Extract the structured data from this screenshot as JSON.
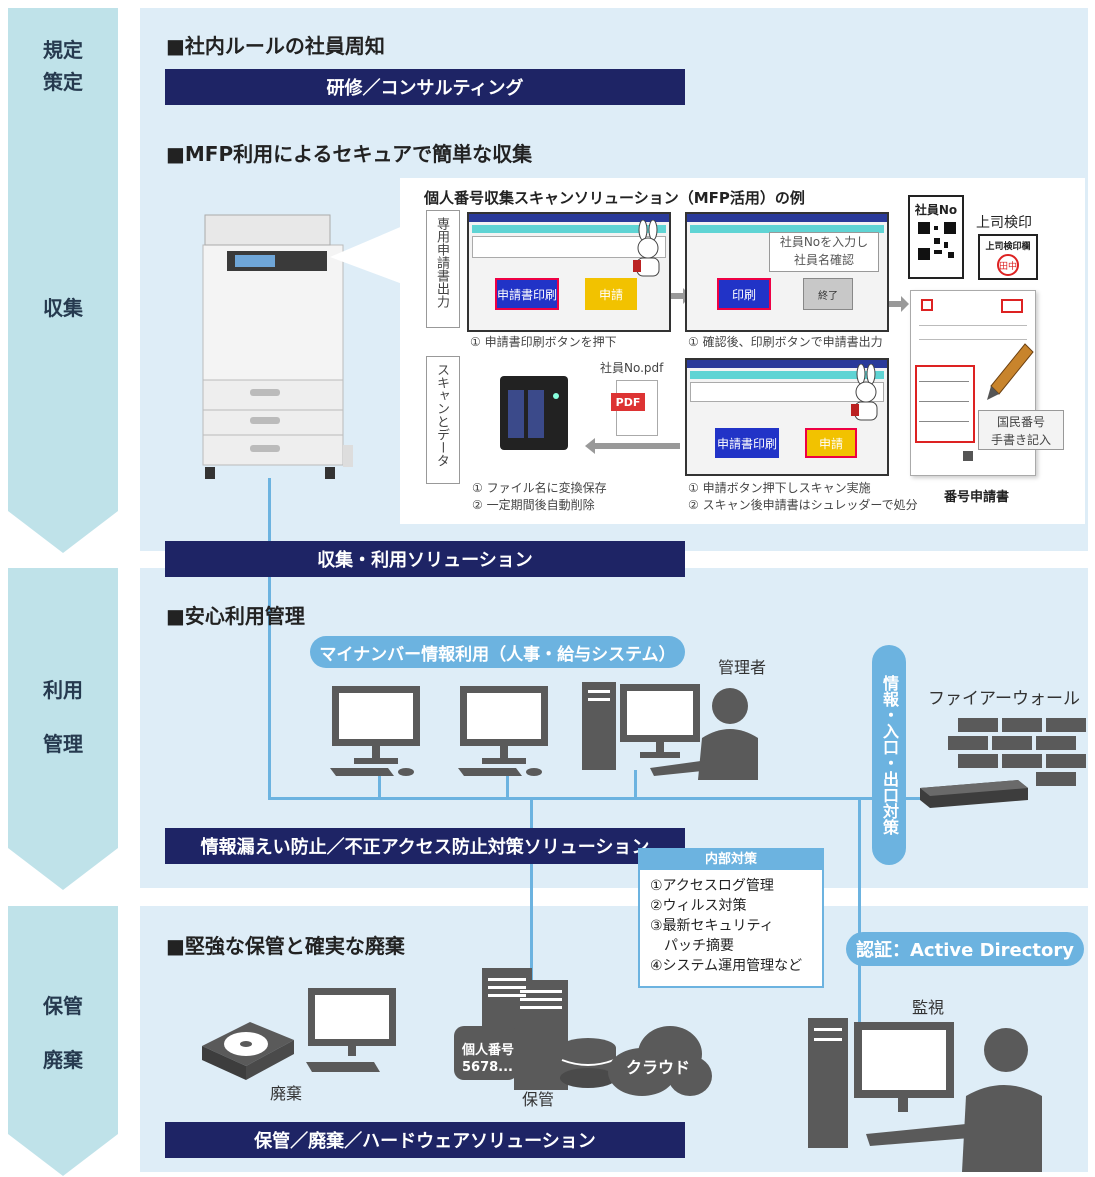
{
  "phases": {
    "kitei": "規定\n策定",
    "shushu": "収集",
    "riyo": [
      "利用",
      "管理"
    ],
    "hokan": [
      "保管",
      "廃棄"
    ]
  },
  "section1": {
    "heading": "■社内ルールの社員周知",
    "bar": "研修／コンサルティング"
  },
  "section2": {
    "heading": "■MFP利用によるセキュアで簡単な収集",
    "example_title": "個人番号収集スキャンソリューション（MFP活用）の例",
    "vertical_label_top": "専用申請書出力",
    "vertical_label_bottom": "スキャンとデータ",
    "screen_btn_print": "申請書印刷",
    "screen_btn_apply": "申請",
    "screen_btn_print2": "印刷",
    "screen_btn_end": "終了",
    "screen_overlay": "社員Noを入力し\n社員名確認",
    "caption1": "① 申請書印刷ボタンを押下",
    "caption2": "① 確認後、印刷ボタンで申請書出力",
    "caption3a": "① ファイル名に変換保存",
    "caption3b": "② 一定期間後自動削除",
    "caption4a": "① 申請ボタン押下しスキャン実施",
    "caption4b": "② スキャン後申請書はシュレッダーで処分",
    "pdf_name": "社員No.pdf",
    "pdf_icon": "PDF",
    "shain_no": "社員No",
    "joshi": "上司検印",
    "joshi_stamp_label": "上司検印欄",
    "stamp": "田中",
    "kokumin": "国民番号\n手書き記入",
    "form_label": "番号申請書",
    "bar": "収集・利用ソリューション"
  },
  "section3": {
    "heading": "■安心利用管理",
    "pill": "マイナンバー情報利用（人事・給与システム）",
    "admin": "管理者",
    "firewall_label": "ファイアーウォール",
    "vertical_pill": "情報・入口・出口対策",
    "bar": "情報漏えい防止／不正アクセス防止対策ソリューション",
    "internal_title": "内部対策",
    "internal_items": [
      "①アクセスログ管理",
      "②ウィルス対策",
      "③最新セキュリティ",
      "　パッチ摘要",
      "④システム運用管理など"
    ]
  },
  "section4": {
    "heading": "■堅強な保管と確実な廃棄",
    "auth_pill": "認証：Active Directory",
    "kansi": "監視",
    "haiki": "廃棄",
    "hokan": "保管",
    "cloud": "クラウド",
    "server_label": "個人番号\n5678...",
    "bar": "保管／廃棄／ハードウェアソリューション"
  },
  "colors": {
    "navy": "#1e2465",
    "pill": "#6cb3e0",
    "bg": "#deedf7",
    "arrow": "#bfe2e9",
    "silhouette": "#5a5a5a"
  }
}
